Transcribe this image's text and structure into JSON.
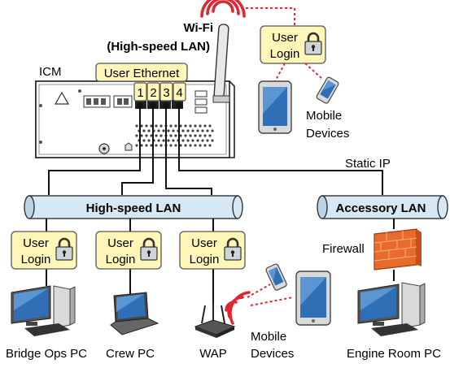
{
  "labels": {
    "wifi_title_1": "Wi-Fi",
    "wifi_title_2": "(High-speed LAN)",
    "icm": "ICM",
    "user_ethernet": "User Ethernet",
    "port_1": "1",
    "port_2": "2",
    "port_3": "3",
    "port_4": "4",
    "static_ip": "Static IP",
    "high_speed_lan": "High-speed LAN",
    "accessory_lan": "Accessory LAN",
    "firewall": "Firewall",
    "mobile_devices_top_1": "Mobile",
    "mobile_devices_top_2": "Devices",
    "mobile_devices_bottom_1": "Mobile",
    "mobile_devices_bottom_2": "Devices",
    "user_login_line1": "User",
    "user_login_line2": "Login",
    "bridge_ops_pc": "Bridge Ops PC",
    "crew_pc": "Crew PC",
    "wap": "WAP",
    "engine_room_pc": "Engine Room PC"
  },
  "colors": {
    "tag_fill": "#fff6b8",
    "lan_pipe": "#d5e8f3",
    "wifi_signal": "#e0262e",
    "link_dotted": "#e0262e",
    "monitor_screen": "#2f6fb5",
    "firewall": "#e86a2c"
  },
  "icons": {
    "lock": "padlock-icon",
    "wifi": "wifi-signal-icon",
    "tablet": "tablet-icon",
    "phone": "smartphone-icon",
    "desktop": "desktop-pc-icon",
    "laptop": "laptop-icon",
    "router": "wireless-router-icon",
    "firewall": "brick-firewall-icon"
  }
}
